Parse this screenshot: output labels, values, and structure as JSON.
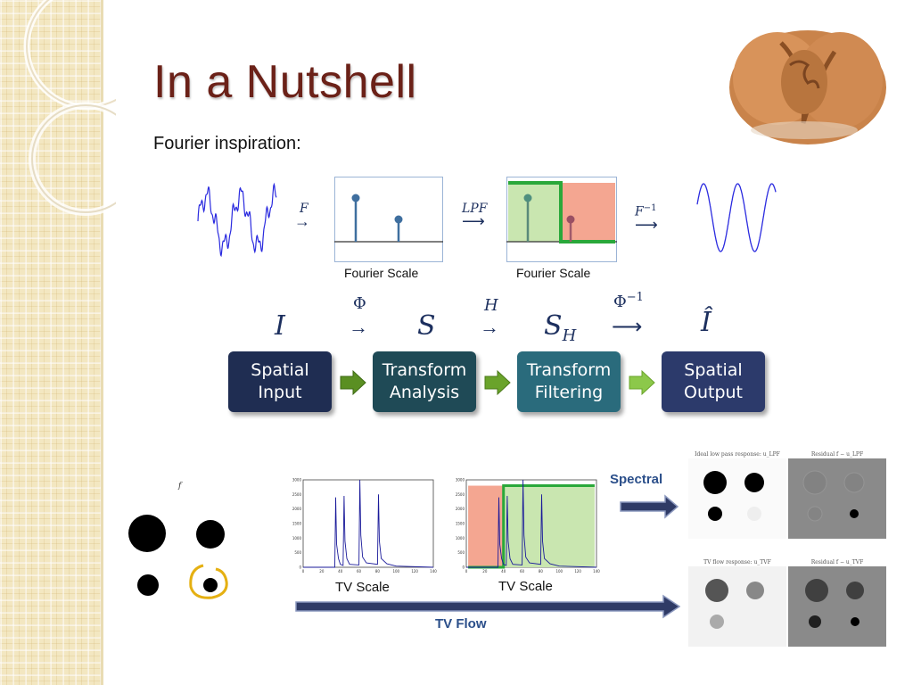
{
  "slide": {
    "title": "In a Nutshell",
    "subtitle": "Fourier inspiration:"
  },
  "fourier_row": {
    "op_f": "F",
    "op_lpf": "LPF",
    "op_finv": "F",
    "op_finv_sup": "−1",
    "caption_left": "Fourier Scale",
    "caption_right": "Fourier Scale"
  },
  "transform_row": {
    "sym_i": "I",
    "sym_s": "S",
    "sym_sh": "S",
    "sym_sh_sub": "H",
    "sym_ihat": "Î",
    "op_phi": "Φ",
    "op_h": "H",
    "op_phiinv": "Φ",
    "op_phiinv_sup": "−1"
  },
  "pipeline": {
    "boxes": [
      {
        "label": "Spatial\nInput",
        "color": "#1f2d52"
      },
      {
        "label": "Transform\nAnalysis",
        "color": "#1f4a56"
      },
      {
        "label": "Transform\nFiltering",
        "color": "#2a6b7c"
      },
      {
        "label": "Spatial\nOutput",
        "color": "#2c3a6b"
      }
    ],
    "arrow_color": "#6aa32b"
  },
  "bottom": {
    "input_label": "f",
    "plot_left_caption": "TV Scale",
    "plot_right_caption": "TV Scale",
    "spectral_label": "Spectral",
    "tvflow_label": "TV Flow",
    "panel_titles": [
      "Ideal low pass response: u_LPF",
      "Residual f − u_LPF",
      "TV flow response: u_TVF",
      "Residual f − u_TVF"
    ]
  },
  "chart_data": [
    {
      "type": "line",
      "x_ticks": [
        "0",
        "20",
        "40",
        "60",
        "80",
        "100",
        "120",
        "140"
      ],
      "y_ticks": [
        "0",
        "500",
        "1000",
        "1500",
        "2000",
        "2500",
        "3000"
      ],
      "xlim": [
        0,
        140
      ],
      "ylim": [
        0,
        3000
      ],
      "series": [
        {
          "x": [
            0,
            34,
            35,
            36,
            38,
            40,
            43,
            44,
            45,
            47,
            50,
            60,
            61,
            62,
            64,
            68,
            80,
            81,
            82,
            84,
            90,
            100,
            140
          ],
          "y": [
            0,
            0,
            2400,
            800,
            300,
            100,
            60,
            2450,
            900,
            300,
            100,
            80,
            3000,
            1100,
            350,
            150,
            100,
            2500,
            900,
            300,
            120,
            40,
            0
          ]
        }
      ],
      "caption": "TV Scale"
    },
    {
      "type": "line",
      "x_ticks": [
        "0",
        "20",
        "40",
        "60",
        "80",
        "100",
        "120",
        "140"
      ],
      "y_ticks": [
        "0",
        "500",
        "1000",
        "1500",
        "2000",
        "2500",
        "3000"
      ],
      "xlim": [
        0,
        140
      ],
      "ylim": [
        0,
        3000
      ],
      "series": [
        {
          "x": [
            0,
            34,
            35,
            36,
            38,
            40,
            43,
            44,
            45,
            47,
            50,
            60,
            61,
            62,
            64,
            68,
            80,
            81,
            82,
            84,
            90,
            100,
            140
          ],
          "y": [
            0,
            0,
            2400,
            800,
            300,
            100,
            60,
            2450,
            900,
            300,
            100,
            80,
            3000,
            1100,
            350,
            150,
            100,
            2500,
            900,
            300,
            120,
            40,
            0
          ]
        }
      ],
      "caption": "TV Scale"
    }
  ],
  "colors": {
    "title": "#6b2118",
    "signal": "#2a2adf",
    "stem": "#3f6f9f",
    "pass_band": "#c9e6b0",
    "stop_band": "#f4a691",
    "filter_line": "#2aa83a",
    "big_arrow": "#2f3b66"
  }
}
